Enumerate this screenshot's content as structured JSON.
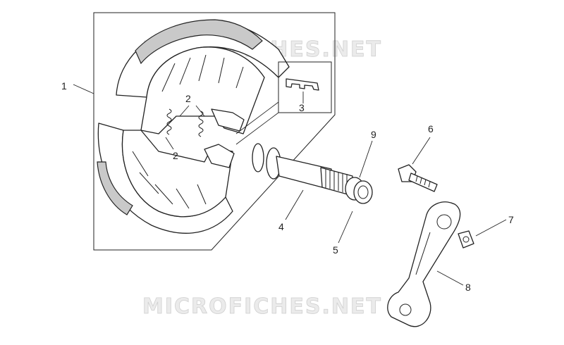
{
  "watermark": {
    "text_top": "MICROFICHES.NET",
    "text_bottom": "MICROFICHES.NET"
  },
  "callouts": [
    {
      "id": "1",
      "label": "1"
    },
    {
      "id": "2a",
      "label": "2"
    },
    {
      "id": "2b",
      "label": "2"
    },
    {
      "id": "3",
      "label": "3"
    },
    {
      "id": "4",
      "label": "4"
    },
    {
      "id": "5",
      "label": "5"
    },
    {
      "id": "6",
      "label": "6"
    },
    {
      "id": "7",
      "label": "7"
    },
    {
      "id": "8",
      "label": "8"
    },
    {
      "id": "9",
      "label": "9"
    }
  ]
}
